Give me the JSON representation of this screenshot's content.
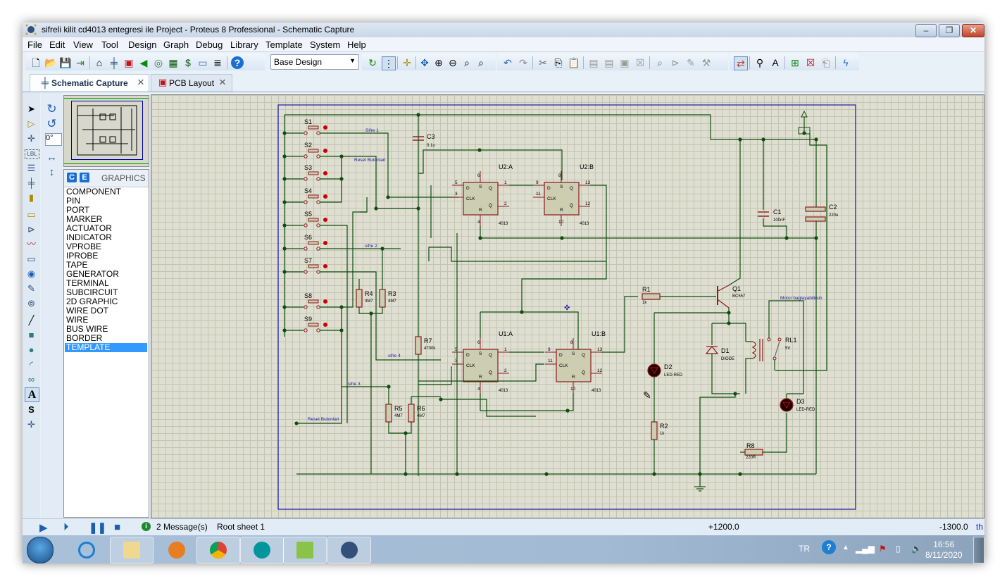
{
  "window": {
    "title": "sifreli kilit  cd4013 entegresi ile Project - Proteus 8 Professional - Schematic Capture",
    "controls": {
      "minimize": "–",
      "restore": "❐",
      "close": "✕"
    }
  },
  "menu": [
    "File",
    "Edit",
    "View",
    "Tool",
    "Design",
    "Graph",
    "Debug",
    "Library",
    "Template",
    "System",
    "Help"
  ],
  "toolbar": {
    "variant_select": "Base Design",
    "buttons": [
      "new",
      "open",
      "save",
      "import",
      "home",
      "schematic",
      "pcb",
      "gerber",
      "3d-viewer",
      "bom",
      "design-explorer",
      "notes",
      "help",
      "refresh",
      "grid",
      "origin",
      "pan",
      "zoom-in",
      "zoom-out",
      "zoom-all",
      "zoom-area",
      "undo",
      "redo",
      "cut",
      "copy",
      "paste",
      "block-copy",
      "block-move",
      "block-rotate",
      "block-delete",
      "pick-device",
      "make-device",
      "packaging",
      "decompose",
      "wire-autorouter",
      "search",
      "property-assign",
      "new-sheet",
      "remove-sheet",
      "exit-to-parent",
      "electrical-rule-check"
    ]
  },
  "tabs": [
    {
      "label": "Schematic Capture",
      "active": true
    },
    {
      "label": "PCB Layout",
      "active": false
    }
  ],
  "rotation_field": "0°",
  "device_panel": {
    "buttons": [
      "C",
      "E"
    ],
    "header": "GRAPHICS",
    "items": [
      "COMPONENT",
      "PIN",
      "PORT",
      "MARKER",
      "ACTUATOR",
      "INDICATOR",
      "VPROBE",
      "IPROBE",
      "TAPE",
      "GENERATOR",
      "TERMINAL",
      "SUBCIRCUIT",
      "2D GRAPHIC",
      "WIRE DOT",
      "WIRE",
      "BUS WIRE",
      "BORDER",
      "TEMPLATE"
    ],
    "selected": "TEMPLATE"
  },
  "schematic": {
    "switches": [
      "S1",
      "S2",
      "S3",
      "S4",
      "S5",
      "S6",
      "S7",
      "S8",
      "S9"
    ],
    "capacitors": [
      {
        "ref": "C3",
        "value": "0.1u"
      },
      {
        "ref": "C1",
        "value": "100nF"
      },
      {
        "ref": "C2",
        "value": "220u"
      }
    ],
    "resistors": [
      {
        "ref": "R1",
        "value": "1k"
      },
      {
        "ref": "R2",
        "value": "1k"
      },
      {
        "ref": "R3",
        "value": "4M7"
      },
      {
        "ref": "R4",
        "value": "4M7"
      },
      {
        "ref": "R5",
        "value": "4M7"
      },
      {
        "ref": "R6",
        "value": "4M7"
      },
      {
        "ref": "R7",
        "value": "4700k"
      },
      {
        "ref": "R8",
        "value": "220R"
      }
    ],
    "ics": [
      {
        "ref": "U2:A",
        "part": "4013",
        "pins": {
          "d": "5",
          "clk": "3",
          "s": "6",
          "r": "4",
          "q": "1",
          "nq": "2"
        }
      },
      {
        "ref": "U2:B",
        "part": "4013",
        "pins": {
          "d": "9",
          "clk": "11",
          "s": "8",
          "r": "10",
          "q": "13",
          "nq": "12"
        }
      },
      {
        "ref": "U1:A",
        "part": "4013",
        "pins": {
          "d": "5",
          "clk": "3",
          "s": "6",
          "r": "4",
          "q": "1",
          "nq": "2"
        }
      },
      {
        "ref": "U1:B",
        "part": "4013",
        "pins": {
          "d": "9",
          "clk": "11",
          "s": "8",
          "r": "10",
          "q": "13",
          "nq": "12"
        }
      }
    ],
    "ic_pin_names": {
      "d": "D",
      "clk": "CLK",
      "q": "Q",
      "nq": "Q̄",
      "s": "S",
      "r": "R"
    },
    "transistor": {
      "ref": "Q1",
      "value": "BC557"
    },
    "diodes": [
      {
        "ref": "D1",
        "value": "DIODE"
      },
      {
        "ref": "D2",
        "value": "LED-RED"
      },
      {
        "ref": "D3",
        "value": "LED-RED"
      }
    ],
    "relay": {
      "ref": "RL1",
      "value": "5V"
    },
    "wire_labels": [
      "Sifre 1",
      "Reset Butonlari",
      "sifre 2",
      "sifre 4",
      "sifre 3",
      "Reset Butonlari",
      "Motor baglayabilirsin"
    ]
  },
  "status": {
    "messages": "2 Message(s)",
    "sheet": "Root sheet 1",
    "x_coord": "+1200.0",
    "y_coord": "-1300.0",
    "units": "th"
  },
  "taskbar": {
    "apps": [
      "internet-explorer",
      "file-explorer",
      "media-player",
      "chrome",
      "arduino",
      "notepad-plus-plus",
      "proteus"
    ],
    "language": "TR",
    "time": "16:56",
    "date": "8/11/2020"
  },
  "colors": {
    "wire": "#0f4d0f",
    "component": "#8b1a1a",
    "component_fill": "#cdcdb2",
    "label": "#1a1aa6",
    "sheet_border": "#1a1aa6",
    "grid_bg": "#dfdfd1"
  }
}
